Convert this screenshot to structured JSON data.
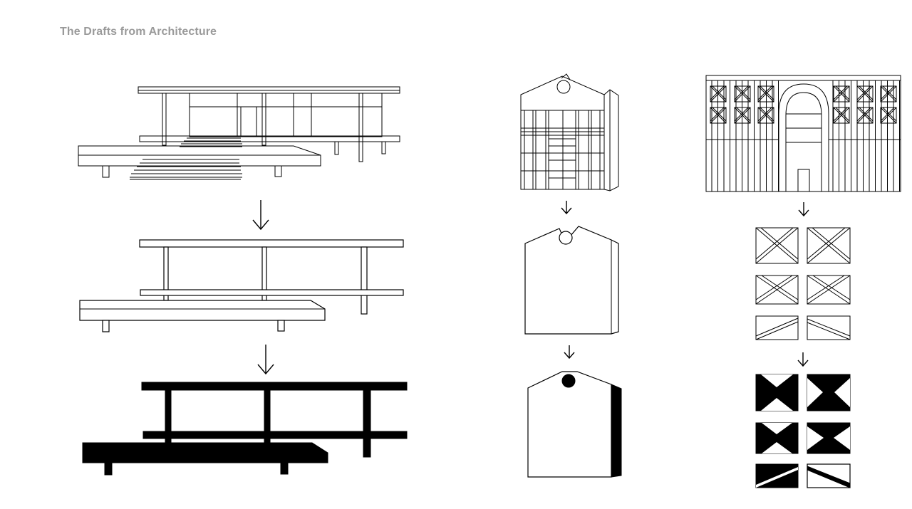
{
  "page": {
    "title": "The Drafts from  Architecture"
  },
  "colors": {
    "title": "#9a9a9a",
    "ink": "#000000",
    "paper": "#ffffff"
  },
  "diagram": {
    "columns": [
      "farnsworth-house-abstraction",
      "gable-facade-abstraction",
      "grid-facade-abstraction"
    ],
    "stages": [
      "line-drawing",
      "outline",
      "solid"
    ]
  }
}
